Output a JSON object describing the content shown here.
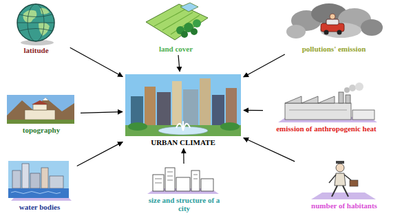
{
  "diagram": {
    "nodes": [
      {
        "text": [
          "latitude"
        ]
      },
      {
        "text": [
          "land cover"
        ]
      },
      {
        "text": [
          "pollutions' emission"
        ]
      },
      {
        "text": [
          "topography"
        ]
      },
      {
        "text": [
          "URBAN CLIMATE"
        ]
      },
      {
        "text": [
          "emission of anthropogenic heat"
        ]
      },
      {
        "text": [
          "water bodies"
        ]
      },
      {
        "text": [
          "size and structure of a city"
        ]
      },
      {
        "text": [
          "number of habitants"
        ]
      }
    ],
    "edges": [
      {
        "from": 0,
        "to": 4,
        "arrow": "to"
      },
      {
        "from": 1,
        "to": 4,
        "arrow": "to"
      },
      {
        "from": 2,
        "to": 4,
        "arrow": "to"
      },
      {
        "from": 3,
        "to": 4,
        "arrow": "to"
      },
      {
        "from": 5,
        "to": 4,
        "arrow": "to"
      },
      {
        "from": 6,
        "to": 4,
        "arrow": "to"
      },
      {
        "from": 7,
        "to": 4,
        "arrow": "to"
      },
      {
        "from": 8,
        "to": 4,
        "arrow": "to"
      }
    ]
  }
}
